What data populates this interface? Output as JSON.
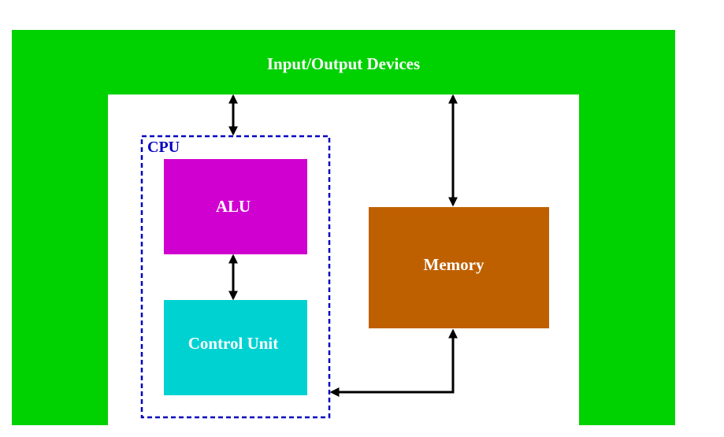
{
  "diagram": {
    "io_devices": {
      "label": "Input/Output Devices",
      "color": "#00d100"
    },
    "cpu": {
      "label": "CPU",
      "border_color": "#0000c0"
    },
    "alu": {
      "label": "ALU",
      "color": "#d000d0"
    },
    "control_unit": {
      "label": "Control Unit",
      "color": "#00d2d2"
    },
    "memory": {
      "label": "Memory",
      "color": "#bf6000"
    },
    "arrow_color": "#000000"
  }
}
